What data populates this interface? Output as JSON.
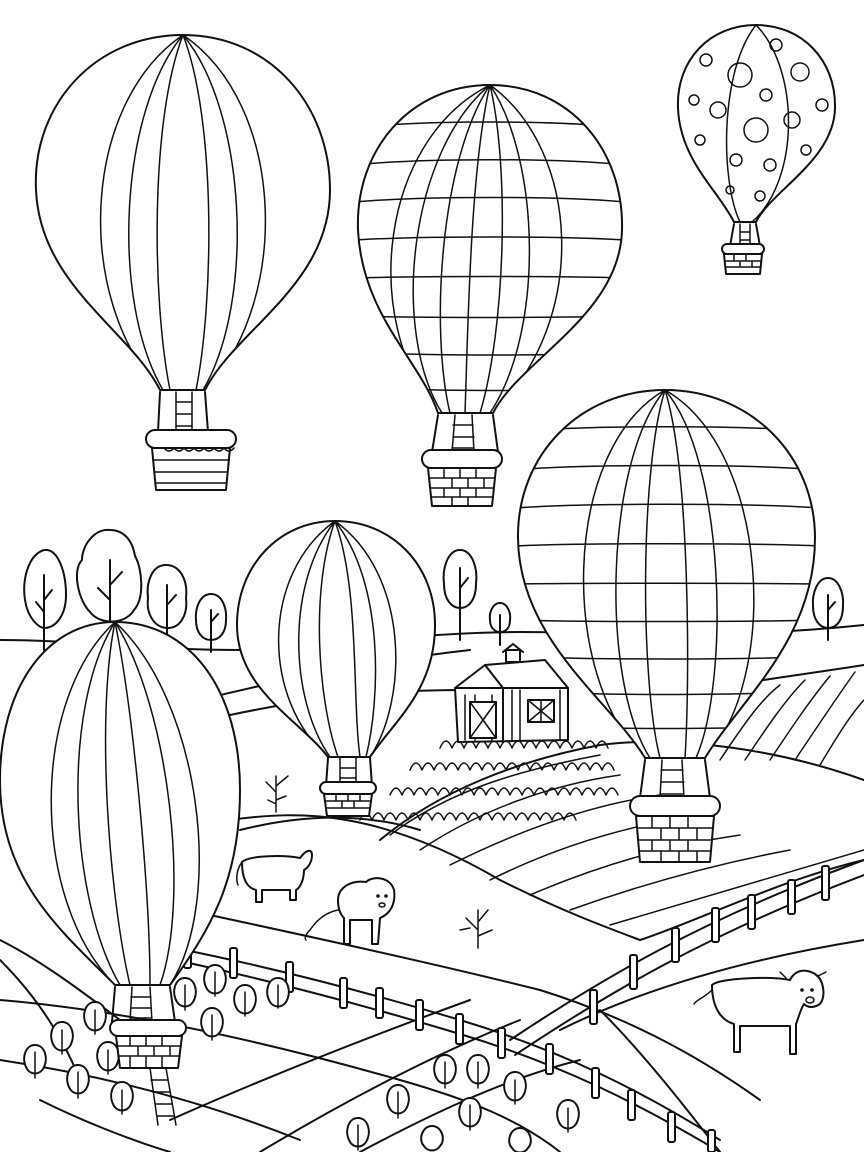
{
  "page": {
    "kind": "coloring-page",
    "subject": "hot-air-balloons-over-farm",
    "line_color": "#111111",
    "background_color": "#ffffff"
  },
  "balloons": [
    {
      "name": "balloon-vertical-stripes-top-left",
      "pattern": "vertical-stripes"
    },
    {
      "name": "balloon-checkered-top-center",
      "pattern": "checkered"
    },
    {
      "name": "balloon-polka-dot-top-right",
      "pattern": "polka-dots"
    },
    {
      "name": "balloon-stripes-middle",
      "pattern": "vertical-stripes"
    },
    {
      "name": "balloon-grid-right",
      "pattern": "grid"
    },
    {
      "name": "balloon-stripes-bottom-left",
      "pattern": "vertical-stripes"
    }
  ],
  "animals": [
    "cow-left-field",
    "pig-center-field",
    "cow-right-field"
  ],
  "structures": [
    "barn",
    "fence"
  ]
}
